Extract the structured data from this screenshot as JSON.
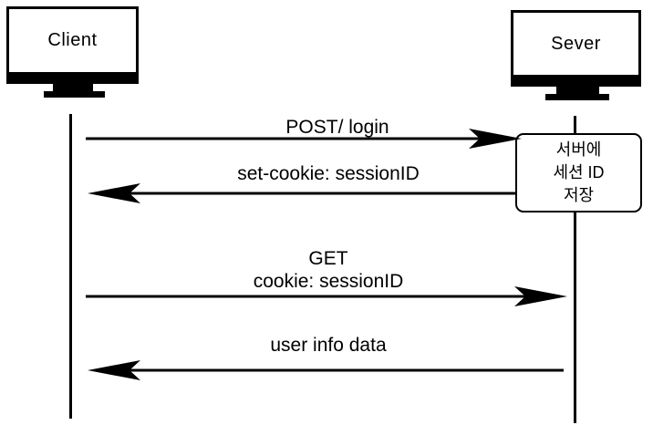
{
  "diagram": {
    "type": "sequence",
    "actors": [
      {
        "id": "client",
        "label": "Client"
      },
      {
        "id": "server",
        "label": "Sever"
      }
    ],
    "messages": [
      {
        "from": "client",
        "to": "server",
        "label": "POST/ login"
      },
      {
        "from": "server",
        "to": "client",
        "label": "set-cookie: sessionID"
      },
      {
        "from": "client",
        "to": "server",
        "label": "GET\ncookie: sessionID"
      },
      {
        "from": "server",
        "to": "client",
        "label": "user info data"
      }
    ],
    "note": {
      "attached_to": "server",
      "text": "서버에\n세션 ID\n저장"
    }
  },
  "colors": {
    "ink": "#000000",
    "background": "#ffffff"
  }
}
